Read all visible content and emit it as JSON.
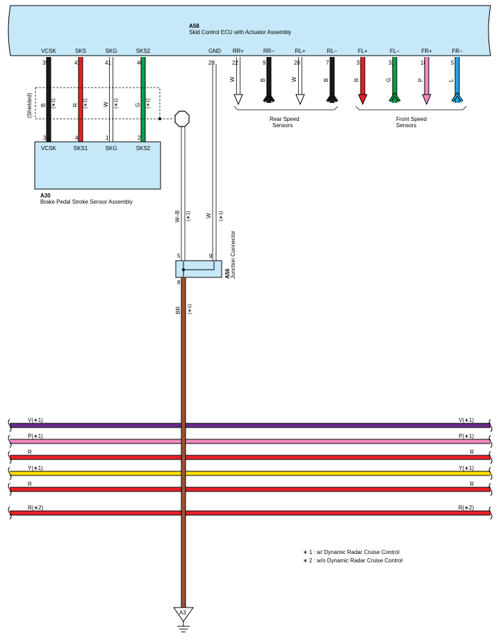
{
  "ecu": {
    "code": "A58",
    "name": "Skid Control ECU with Actuator Assembly",
    "pins": [
      {
        "label": "VCSK",
        "num": "39"
      },
      {
        "label": "SKS",
        "num": "42"
      },
      {
        "label": "SKG",
        "num": "41"
      },
      {
        "label": "SKS2",
        "num": "40"
      },
      {
        "label": "GND",
        "num": "28"
      },
      {
        "label": "RR+",
        "num": "22"
      },
      {
        "label": "RR−",
        "num": "9"
      },
      {
        "label": "RL+",
        "num": "20"
      },
      {
        "label": "RL−",
        "num": "7"
      },
      {
        "label": "FL+",
        "num": "31"
      },
      {
        "label": "FL−",
        "num": "32"
      },
      {
        "label": "FR+",
        "num": "18"
      },
      {
        "label": "FR−",
        "num": "5"
      }
    ]
  },
  "sensor_wires": [
    {
      "color_code": "B",
      "note": "(∗1)",
      "hex": "#1a1a1a"
    },
    {
      "color_code": "R",
      "note": "(∗1)",
      "hex": "#e8202a"
    },
    {
      "color_code": "W",
      "note": "(∗1)",
      "hex": "#ffffff"
    },
    {
      "color_code": "G",
      "note": "(∗1)",
      "hex": "#0aa04a"
    }
  ],
  "shielded_label": "(Shielded)",
  "sensor_assembly": {
    "code": "A30",
    "name": "Brake Pedal Stroke Sensor Assembly",
    "pins": [
      {
        "label": "VCSK",
        "num": "3"
      },
      {
        "label": "SKS1",
        "num": "4"
      },
      {
        "label": "SKG",
        "num": "1"
      },
      {
        "label": "SKS2",
        "num": "2"
      }
    ]
  },
  "speed_wires": [
    {
      "color_code": "W",
      "hex": "#ffffff"
    },
    {
      "color_code": "B",
      "hex": "#1a1a1a"
    },
    {
      "color_code": "W",
      "hex": "#ffffff"
    },
    {
      "color_code": "B",
      "hex": "#1a1a1a"
    },
    {
      "color_code": "R",
      "hex": "#e8202a"
    },
    {
      "color_code": "G",
      "hex": "#0aa04a"
    },
    {
      "color_code": "P",
      "hex": "#f08cc0"
    },
    {
      "color_code": "L",
      "hex": "#1aa8e8"
    }
  ],
  "rear_speed_label": [
    "Rear Speed",
    "Sensors"
  ],
  "front_speed_label": [
    "Front Speed",
    "Sensors"
  ],
  "shield_wire": {
    "color_code": "W–B",
    "note": "(∗1)"
  },
  "gnd_wire": {
    "color_code": "W",
    "note": "(∗1)"
  },
  "junction": {
    "code": "A56",
    "name": "Junction Connector",
    "pin_left": "5",
    "pin_right": "9",
    "pin_bottom": "8",
    "hex": "#c6e8f8"
  },
  "ground_wire": {
    "color_code": "BR",
    "note": "(∗1)",
    "hex": "#a0522d"
  },
  "ground_point": "A3",
  "bus_lines": [
    {
      "left": "V(∗1)",
      "right": "V(∗1)",
      "hex": "#6a2c8c"
    },
    {
      "left": "P(∗1)",
      "right": "P(∗1)",
      "hex": "#f08cc0"
    },
    {
      "left": "R",
      "right": "R",
      "hex": "#e8202a"
    },
    {
      "left": "Y(∗1)",
      "right": "Y(∗1)",
      "hex": "#ffdd00"
    },
    {
      "left": "R",
      "right": "R",
      "hex": "#e8202a"
    },
    {
      "left": "R(∗2)",
      "right": "R(∗2)",
      "hex": "#e8202a"
    }
  ],
  "notes": [
    "∗ 1 : w/ Dynamic Radar Cruise Control",
    "∗ 2 : w/o Dynamic Radar Cruise Control"
  ],
  "colors": {
    "ecu_fill": "#c6e8f8",
    "outline": "#000000"
  }
}
